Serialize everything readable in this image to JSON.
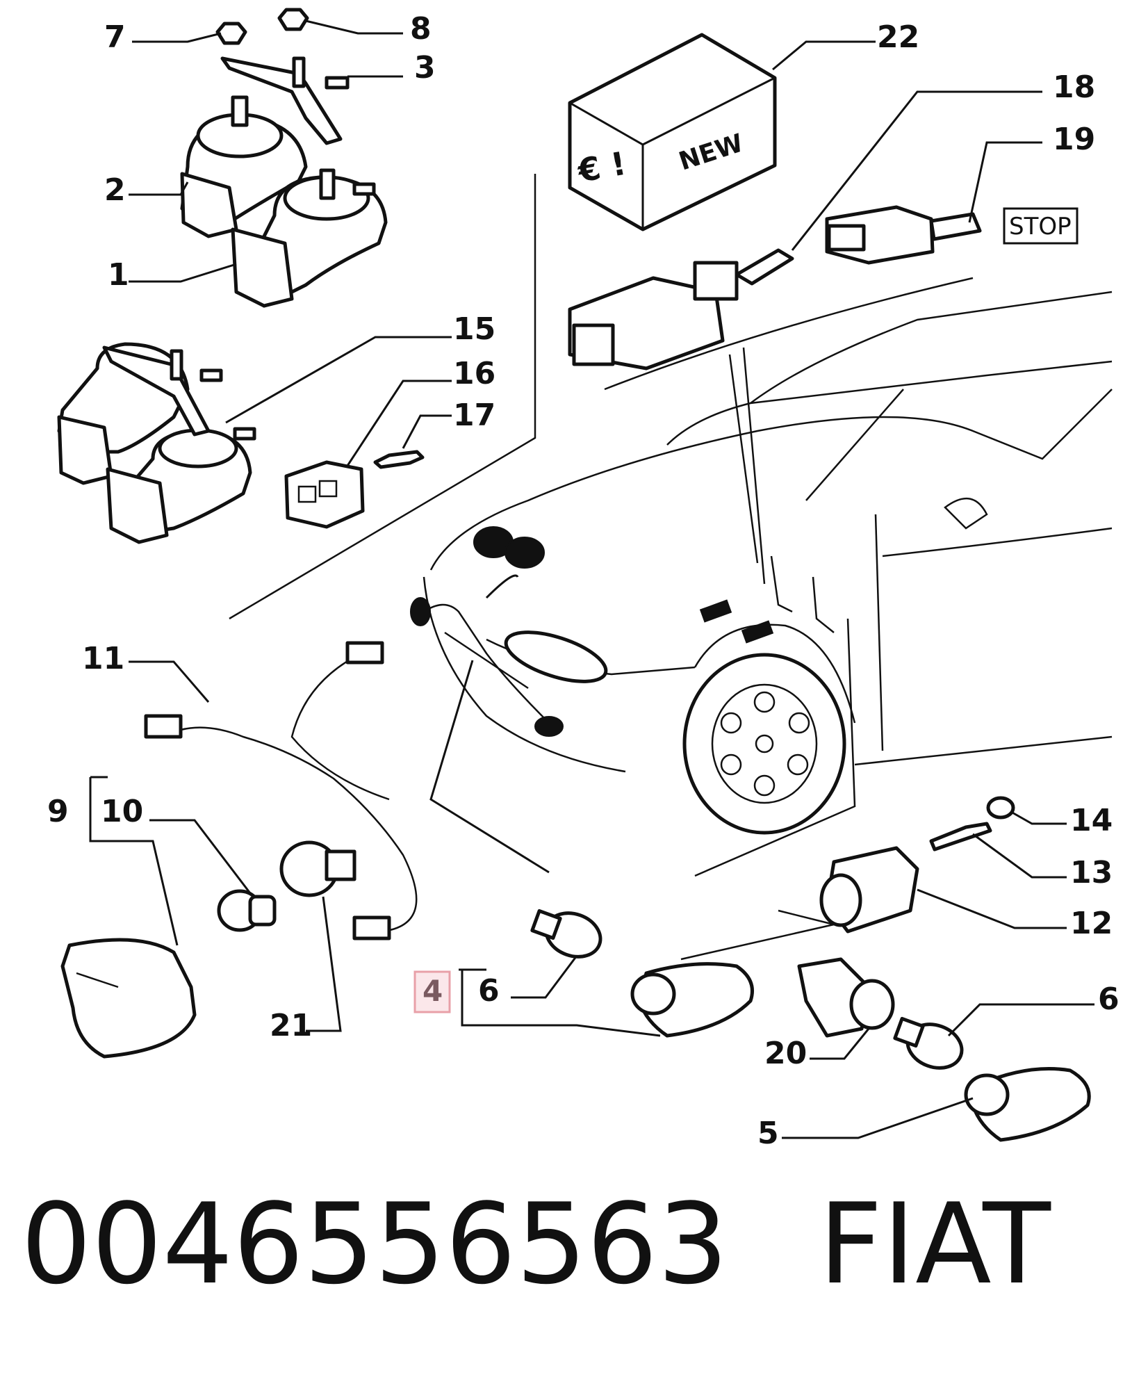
{
  "callouts": {
    "c1": "1",
    "c2": "2",
    "c3": "3",
    "c4": "4",
    "c5": "5",
    "c6a": "6",
    "c6b": "6",
    "c7": "7",
    "c8": "8",
    "c9": "9",
    "c10": "10",
    "c11": "11",
    "c12": "12",
    "c13": "13",
    "c14": "14",
    "c15": "15",
    "c16": "16",
    "c17": "17",
    "c18": "18",
    "c19": "19",
    "c20": "20",
    "c21": "21",
    "c22": "22"
  },
  "box_labels": {
    "new": "NEW",
    "euro": "€ !",
    "stop": "STOP"
  },
  "highlight": {
    "part_number": "4",
    "color": "#e8a0a8"
  },
  "caption": {
    "part_code": "0046556563",
    "brand": "FIAT"
  }
}
